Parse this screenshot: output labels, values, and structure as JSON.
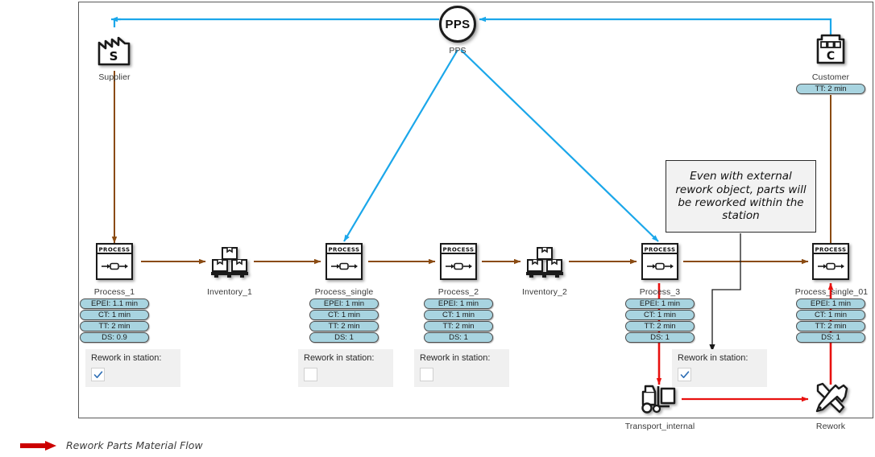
{
  "diagram": {
    "title": "Value Stream Map with Rework Flow",
    "colors": {
      "material_flow": "#8a4b12",
      "information_flow": "#1ba7ea",
      "rework_flow": "#e8110f",
      "badge_fill": "#a8d4e0",
      "panel_fill": "#f0f0f0",
      "callout_fill": "#f2f2f2",
      "check_mark": "#2f6fb5"
    }
  },
  "nodes": {
    "pps": {
      "label": "PPS",
      "icon": "pps-circle-icon",
      "caption": "PPS"
    },
    "supplier": {
      "label": "Supplier",
      "icon": "factory-supplier-icon",
      "glyph": "S"
    },
    "customer": {
      "label": "Customer",
      "icon": "customer-building-icon",
      "glyph": "C",
      "badges": [
        "TT: 2 min"
      ]
    },
    "transport_internal": {
      "label": "Transport_internal",
      "icon": "forklift-icon"
    },
    "rework": {
      "label": "Rework",
      "icon": "hammer-wrench-icon"
    }
  },
  "processes": [
    {
      "name": "Process_1",
      "icon": "process-box-icon",
      "icon_caption": "PROCESS",
      "badges": [
        "EPEI: 1.1 min",
        "CT: 1 min",
        "TT: 2 min",
        "DS: 0.9"
      ],
      "rework_panel": {
        "label": "Rework in station:",
        "checked": true
      }
    },
    {
      "name": "Process_single",
      "icon": "process-box-icon",
      "icon_caption": "PROCESS",
      "badges": [
        "EPEI: 1 min",
        "CT: 1 min",
        "TT: 2 min",
        "DS: 1"
      ],
      "rework_panel": {
        "label": "Rework in station:",
        "checked": false
      }
    },
    {
      "name": "Process_2",
      "icon": "process-box-icon",
      "icon_caption": "PROCESS",
      "badges": [
        "EPEI: 1 min",
        "CT: 1 min",
        "TT: 2 min",
        "DS: 1"
      ],
      "rework_panel": {
        "label": "Rework in station:",
        "checked": false
      }
    },
    {
      "name": "Process_3",
      "icon": "process-box-icon",
      "icon_caption": "PROCESS",
      "badges": [
        "EPEI: 1 min",
        "CT: 1 min",
        "TT: 2 min",
        "DS: 1"
      ],
      "rework_panel": {
        "label": "Rework in station:",
        "checked": true
      }
    },
    {
      "name": "Process_single_01",
      "icon": "process-box-icon",
      "icon_caption": "PROCESS",
      "badges": [
        "EPEI: 1 min",
        "CT: 1 min",
        "TT: 2 min",
        "DS: 1"
      ],
      "rework_panel": null
    }
  ],
  "inventories": [
    {
      "name": "Inventory_1",
      "icon": "inventory-boxes-icon"
    },
    {
      "name": "Inventory_2",
      "icon": "inventory-boxes-icon"
    }
  ],
  "callout": {
    "text": "Even with external rework object, parts will be reworked within the station"
  },
  "legend": [
    {
      "label": "Rework Parts Material Flow",
      "color": "#e8110f",
      "icon": "red-arrow-icon"
    }
  ]
}
